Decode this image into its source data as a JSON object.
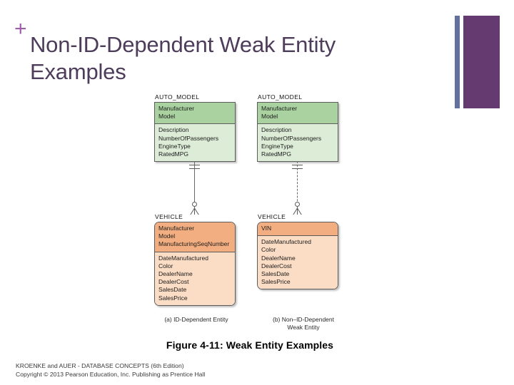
{
  "slide": {
    "plus_mark": "+",
    "title": "Non-ID-Dependent Weak Entity Examples",
    "accent_purple": "#653A70",
    "accent_slate": "#63719C",
    "title_color": "#4E3C5B",
    "plus_color": "#9B5FA8"
  },
  "diagram": {
    "entities": {
      "auto_model_a": {
        "name": "AUTO_MODEL",
        "key_attributes": [
          "Manufacturer",
          "Model"
        ],
        "nonkey_attributes": [
          "Description",
          "NumberOfPassengers",
          "EngineType",
          "RatedMPG"
        ],
        "fill_key": "#A9D2A0",
        "fill_body": "#DCECD6",
        "corners": "square"
      },
      "auto_model_b": {
        "name": "AUTO_MODEL",
        "key_attributes": [
          "Manufacturer",
          "Model"
        ],
        "nonkey_attributes": [
          "Description",
          "NumberOfPassengers",
          "EngineType",
          "RatedMPG"
        ],
        "fill_key": "#A9D2A0",
        "fill_body": "#DCECD6",
        "corners": "square"
      },
      "vehicle_a": {
        "name": "VEHICLE",
        "key_attributes": [
          "Manufacturer",
          "Model",
          "ManufacturingSeqNumber"
        ],
        "nonkey_attributes": [
          "DateManufactured",
          "Color",
          "DealerName",
          "DealerCost",
          "SalesDate",
          "SalesPrice"
        ],
        "fill_key": "#F2AE80",
        "fill_body": "#FBDCC4",
        "corners": "rounded"
      },
      "vehicle_b": {
        "name": "VEHICLE",
        "key_attributes": [
          "VIN"
        ],
        "nonkey_attributes": [
          "DateManufactured",
          "Color",
          "DealerName",
          "DealerCost",
          "SalesDate",
          "SalesPrice"
        ],
        "fill_key": "#F2AE80",
        "fill_body": "#FBDCC4",
        "corners": "rounded"
      }
    },
    "relationships": {
      "left": {
        "line_style": "solid",
        "parent_cardinality": "one-mandatory",
        "child_cardinality": "zero-or-many"
      },
      "right": {
        "line_style": "dashed",
        "parent_cardinality": "one-mandatory",
        "child_cardinality": "zero-or-many"
      }
    },
    "captions": {
      "a_line1": "(a) ID-Dependent Entity",
      "b_line1": "(b) Non–ID-Dependent",
      "b_line2": "Weak Entity"
    },
    "figure_caption": "Figure 4-11:  Weak Entity Examples"
  },
  "footer": {
    "line1": "KROENKE and AUER -  DATABASE CONCEPTS (6th Edition)",
    "line2": "Copyright © 2013 Pearson Education, Inc. Publishing as Prentice Hall"
  }
}
